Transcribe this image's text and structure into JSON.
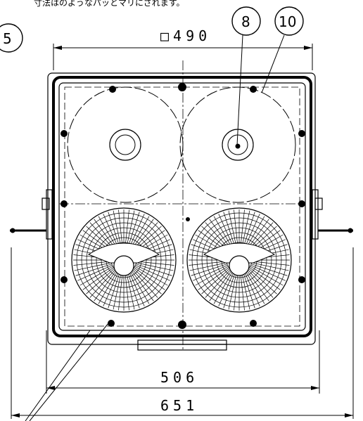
{
  "header_note": "寸法はのようなパッとマリにされます。",
  "dimensions": {
    "top_square": "□490",
    "inner_width": "506",
    "outer_width": "651"
  },
  "balloons": {
    "left": "5",
    "upper_a": "8",
    "upper_b": "10"
  }
}
